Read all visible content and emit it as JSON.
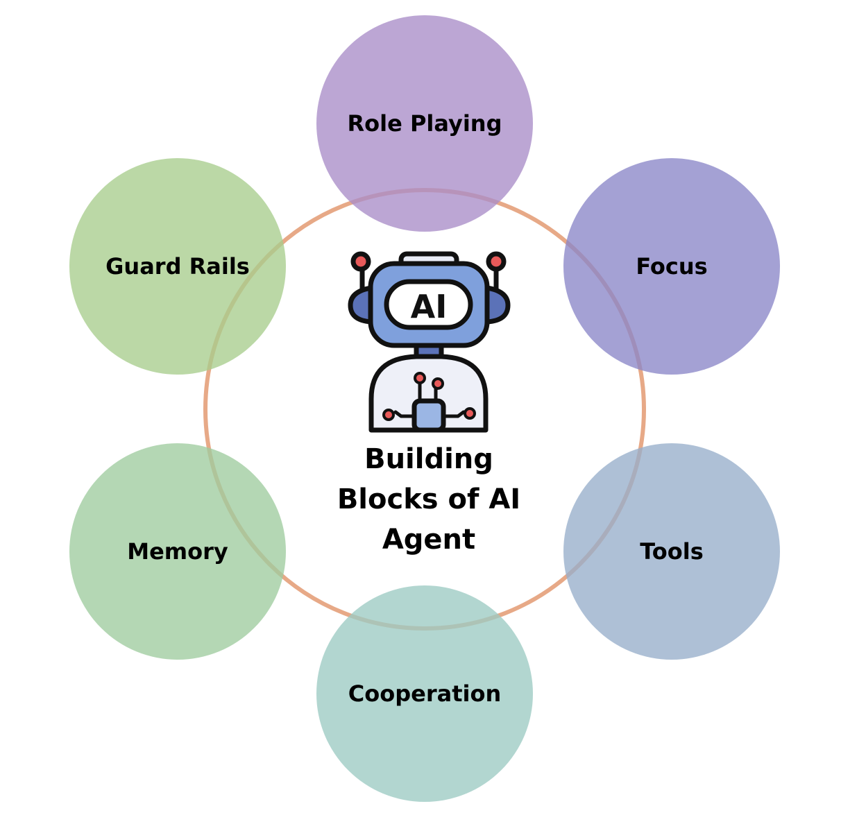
{
  "center": {
    "title_lines": [
      "Building",
      "Blocks of AI",
      "Agent"
    ],
    "icon": "ai-robot-icon",
    "icon_text": "AI"
  },
  "ring_color": "#e7a987",
  "nodes": [
    {
      "id": "role-playing",
      "label": "Role Playing",
      "color": "#a98dc8"
    },
    {
      "id": "focus",
      "label": "Focus",
      "color": "#8a87c8"
    },
    {
      "id": "tools",
      "label": "Tools",
      "color": "#97aecb"
    },
    {
      "id": "cooperation",
      "label": "Cooperation",
      "color": "#9ccbc3"
    },
    {
      "id": "memory",
      "label": "Memory",
      "color": "#9fcc9f"
    },
    {
      "id": "guard-rails",
      "label": "Guard Rails",
      "color": "#a8cd8d"
    }
  ]
}
